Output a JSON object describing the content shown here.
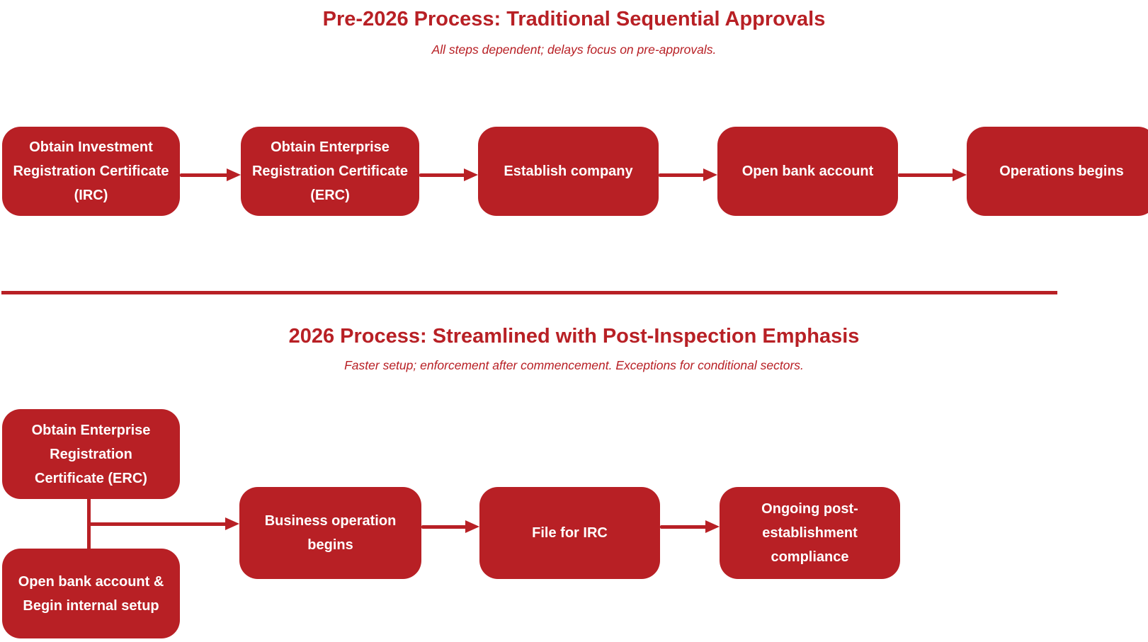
{
  "diagram": {
    "accent_color": "#b82025",
    "box_text_color": "#ffffff",
    "background_color": "#ffffff",
    "pre2026": {
      "title": "Pre-2026 Process: Traditional Sequential Approvals",
      "subtitle": "All steps dependent; delays focus on pre-approvals.",
      "nodes": [
        {
          "id": "irc",
          "label": "Obtain Investment\nRegistration Certificate\n(IRC)"
        },
        {
          "id": "erc",
          "label": "Obtain Enterprise\nRegistration Certificate\n(ERC)"
        },
        {
          "id": "establish",
          "label": "Establish company"
        },
        {
          "id": "bank",
          "label": "Open bank account"
        },
        {
          "id": "operations",
          "label": "Operations begins"
        }
      ],
      "edges": [
        {
          "from": "irc",
          "to": "erc"
        },
        {
          "from": "erc",
          "to": "establish"
        },
        {
          "from": "establish",
          "to": "bank"
        },
        {
          "from": "bank",
          "to": "operations"
        }
      ]
    },
    "post2026": {
      "title": "2026 Process: Streamlined with Post-Inspection Emphasis",
      "subtitle": "Faster setup; enforcement after commencement. Exceptions for conditional sectors.",
      "nodes": [
        {
          "id": "erc2",
          "label": "Obtain Enterprise\nRegistration\nCertificate (ERC)"
        },
        {
          "id": "bank2",
          "label": "Open bank account &\nBegin internal setup"
        },
        {
          "id": "business",
          "label": "Business operation\nbegins"
        },
        {
          "id": "fileirc",
          "label": "File for IRC"
        },
        {
          "id": "compliance",
          "label": "Ongoing post-\nestablishment\ncompliance"
        }
      ],
      "edges": [
        {
          "from": "erc2 + bank2",
          "to": "business"
        },
        {
          "from": "business",
          "to": "fileirc"
        },
        {
          "from": "fileirc",
          "to": "compliance"
        }
      ]
    }
  }
}
